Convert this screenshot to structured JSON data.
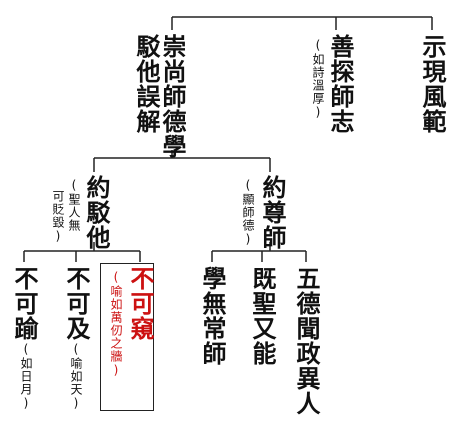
{
  "nodes": {
    "top_left": {
      "title": "崇尚師德學",
      "subtitle": "駁他誤解"
    },
    "top_mid": {
      "title": "善探師志",
      "note": "(如詩溫厚)"
    },
    "top_right": {
      "title": "示現風範"
    },
    "mid_left": {
      "title": "約駁他",
      "note_col1": "(聖人無",
      "note_col2": "可貶毀)"
    },
    "mid_right": {
      "title": "約尊師",
      "note": "(顯師德)"
    },
    "leaf1": {
      "title": "不可踰",
      "note": "(如日月)"
    },
    "leaf2": {
      "title": "不可及",
      "note": "(喻如天)"
    },
    "leaf3": {
      "title": "不可窺",
      "note": "(喻如萬仞之牆)"
    },
    "leaf4": {
      "title": "學無常師"
    },
    "leaf5": {
      "title": "既聖又能"
    },
    "leaf6": {
      "title": "五德聞政異人"
    }
  },
  "colors": {
    "highlight": "#cc1111",
    "lines": "#222222"
  }
}
